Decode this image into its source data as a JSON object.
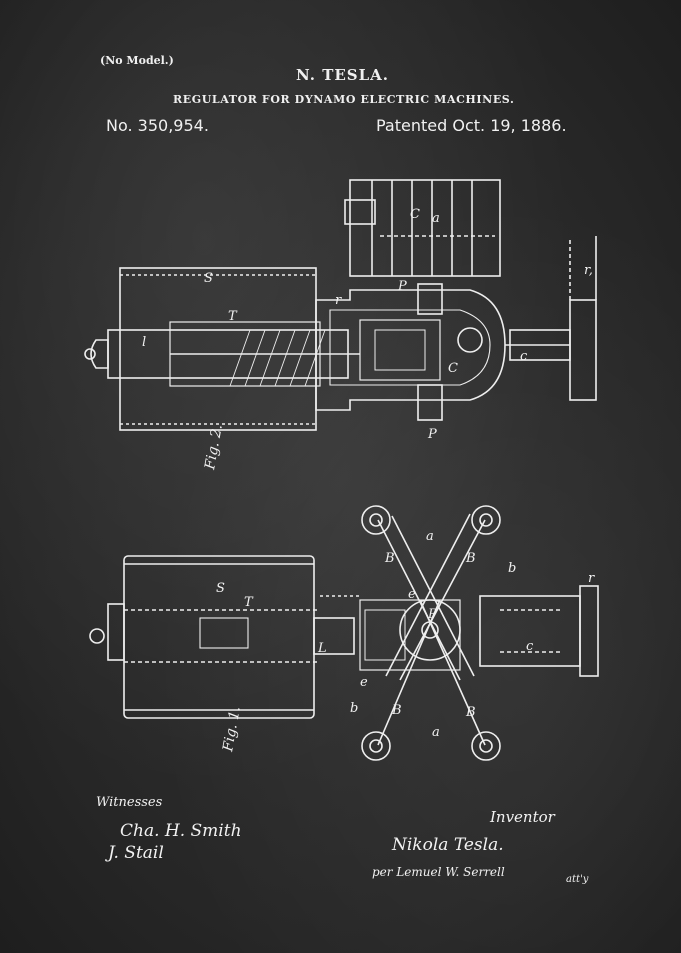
{
  "header": {
    "no_model": "(No Model.)",
    "inventor": "N. TESLA.",
    "title": "REGULATOR FOR DYNAMO ELECTRIC MACHINES.",
    "patent_number": "No. 350,954.",
    "patented_date": "Patented Oct. 19, 1886."
  },
  "figures": {
    "fig2_label": "Fig. 2.",
    "fig1_label": "Fig. 1.",
    "labels_fig2": [
      "S",
      "T",
      "C",
      "a",
      "P",
      "c",
      "r",
      "l",
      "C",
      "P",
      "r,"
    ],
    "labels_fig1": [
      "S",
      "T",
      "c",
      "r",
      "B",
      "B",
      "B",
      "B",
      "a",
      "a",
      "b",
      "b",
      "P",
      "L",
      "e",
      "e"
    ]
  },
  "signatures": {
    "witnesses_label": "Witnesses",
    "witness_1": "Cha. H. Smith",
    "witness_2": "J. Stail",
    "inventor_label": "Inventor",
    "inventor_signature": "Nikola Tesla.",
    "attorney": "per Lemuel W. Serrell",
    "attorney_suffix": "att'y"
  },
  "colors": {
    "chalkboard": "#2b2b2b",
    "chalk": "#f0f0f0"
  }
}
